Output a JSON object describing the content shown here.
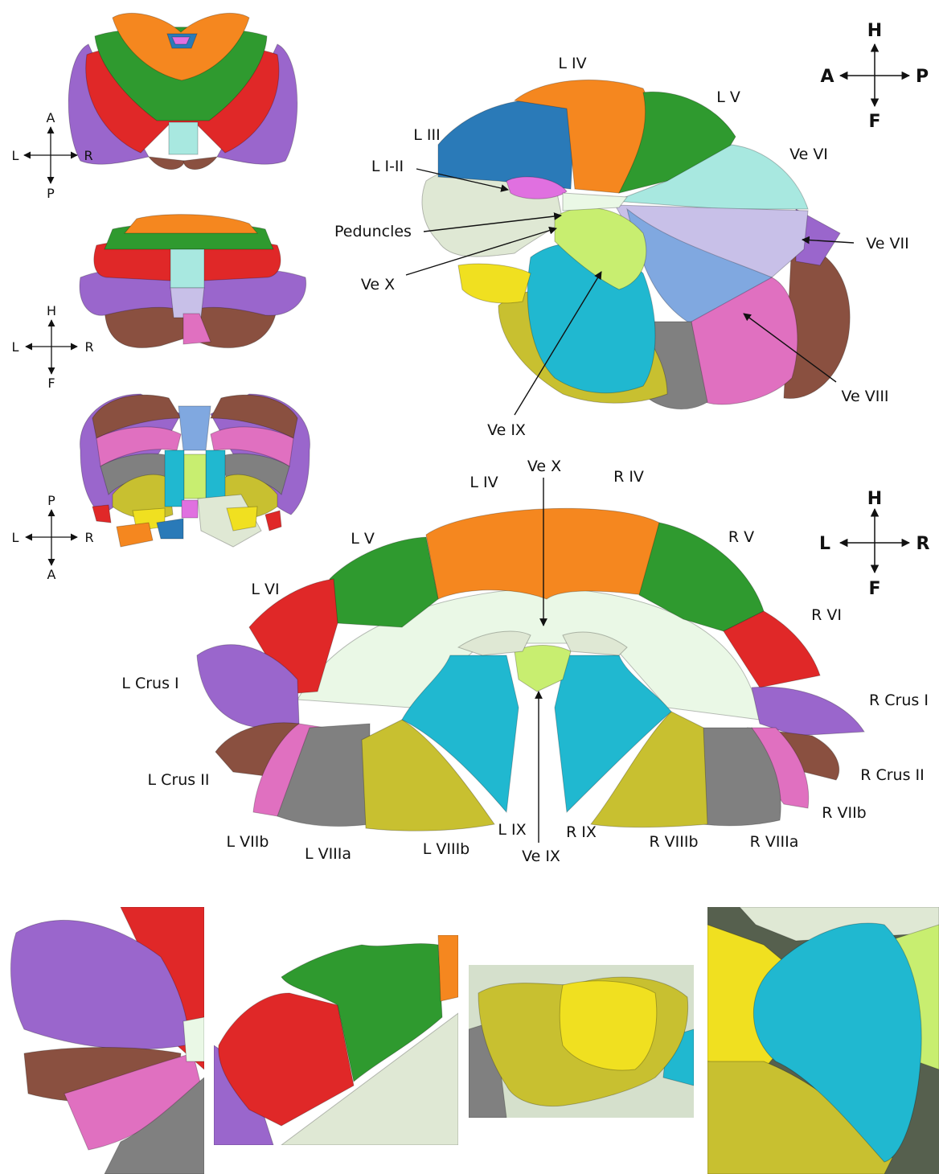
{
  "colors": {
    "lobule_I_II": "#e070e0",
    "lobule_III": "#2a7ab8",
    "lobule_IV": "#f5871f",
    "lobule_V": "#2f9a2f",
    "lobule_VI": "#e02828",
    "crus_I": "#9a66cc",
    "crus_II": "#8a5040",
    "lobule_VIIb": "#e070c0",
    "lobule_VIIIa": "#808080",
    "lobule_VIIIb": "#c8c030",
    "lobule_IX": "#20b8d0",
    "lobule_X": "#c8ee70",
    "vermis_VI": "#a8e8e0",
    "vermis_VII": "#c8c0e8",
    "vermis_VIII": "#80a8e0",
    "peduncles": "#dfe8d4",
    "white_matter": "#eaf8e6",
    "yellow_extra": "#f0e020"
  },
  "orientation": {
    "view1": {
      "up": "A",
      "down": "P",
      "left": "L",
      "right": "R"
    },
    "view2": {
      "up": "H",
      "down": "F",
      "left": "L",
      "right": "R"
    },
    "view3": {
      "up": "P",
      "down": "A",
      "left": "L",
      "right": "R"
    },
    "sagittal": {
      "up": "H",
      "down": "F",
      "left": "A",
      "right": "P"
    },
    "coronal": {
      "up": "H",
      "down": "F",
      "left": "L",
      "right": "R"
    }
  },
  "sagittal_labels": {
    "l_iv": "L IV",
    "l_v": "L V",
    "l_iii": "L III",
    "l_i_ii": "L I-II",
    "ve_vi": "Ve VI",
    "peduncles": "Peduncles",
    "ve_vii": "Ve VII",
    "ve_x": "Ve X",
    "ve_viii": "Ve VIII",
    "ve_ix": "Ve IX"
  },
  "coronal_labels": {
    "l_iv": "L IV",
    "ve_x": "Ve X",
    "r_iv": "R IV",
    "l_v": "L V",
    "r_v": "R V",
    "l_vi": "L VI",
    "r_vi": "R VI",
    "l_crus_i": "L Crus I",
    "r_crus_i": "R Crus I",
    "l_crus_ii": "L Crus II",
    "r_crus_ii": "R Crus II",
    "r_viib": "R VIIb",
    "l_viib": "L VIIb",
    "l_viiia": "L VIIIa",
    "l_viiib": "L VIIIb",
    "l_ix": "L IX",
    "r_ix": "R IX",
    "r_viiib": "R VIIIb",
    "r_viiia": "R VIIIa",
    "ve_ix": "Ve IX"
  }
}
